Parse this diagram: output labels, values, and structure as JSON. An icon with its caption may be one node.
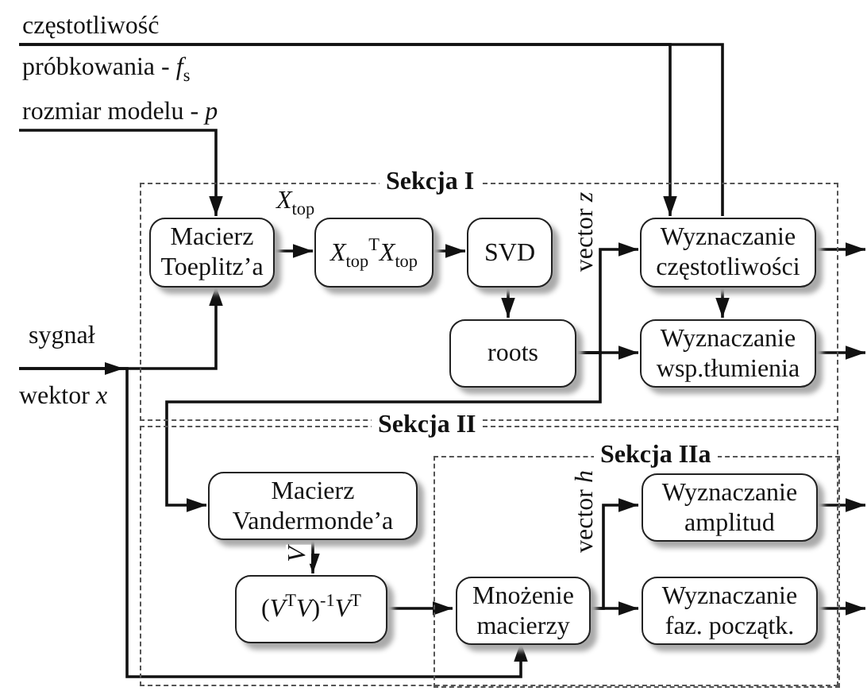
{
  "diagram": {
    "nodes": [
      {
        "text": [
          "częstotliwość",
          "próbkowania - *f*$_{s}$"
        ]
      },
      {
        "text": [
          "rozmiar modelu - *p*"
        ]
      },
      {
        "text": [
          "sygnał",
          "wektor *x*"
        ]
      },
      {
        "text": [
          "Sekcja I"
        ]
      },
      {
        "text": [
          "Macierz Toeplitz’a"
        ],
        "in": 3
      },
      {
        "text": [
          "*X*$_{top}$$^{T}$*X*$_{top}$"
        ],
        "in": 3
      },
      {
        "text": [
          "SVD"
        ],
        "in": 3
      },
      {
        "text": [
          "roots"
        ],
        "in": 3
      },
      {
        "text": [
          "Wyznaczanie częstotliwości"
        ],
        "in": 3
      },
      {
        "text": [
          "Wyznaczanie wsp.tłumienia"
        ],
        "in": 3
      },
      {
        "text": [
          "Sekcja II"
        ]
      },
      {
        "text": [
          "Macierz Vandermonde’a"
        ],
        "in": 10
      },
      {
        "text": [
          "(*V*$^{T}$*V*)$^{-1}$*V*$^{T}$"
        ],
        "in": 10
      },
      {
        "text": [
          "Sekcja IIa"
        ],
        "in": 10
      },
      {
        "text": [
          "Mnożenie macierzy"
        ],
        "in": 13
      },
      {
        "text": [
          "Wyznaczanie amplitud"
        ],
        "in": 13
      },
      {
        "text": [
          "Wyznaczanie faz. początk."
        ],
        "in": 13
      }
    ],
    "edges": [
      {
        "from": 0,
        "to": 8,
        "arrow": "to"
      },
      {
        "from": 0,
        "to": 8,
        "arrow": "none"
      },
      {
        "from": 1,
        "to": 4,
        "arrow": "to"
      },
      {
        "from": 2,
        "to": 4,
        "arrow": "to"
      },
      {
        "from": 2,
        "to": 14,
        "arrow": "to"
      },
      {
        "from": 4,
        "to": 5,
        "arrow": "to",
        "label": "*X*$_{top}$"
      },
      {
        "from": 5,
        "to": 6,
        "arrow": "to"
      },
      {
        "from": 6,
        "to": 7,
        "arrow": "to"
      },
      {
        "from": 7,
        "to": 8,
        "arrow": "to",
        "label": "vector *z*"
      },
      {
        "from": 7,
        "to": 9,
        "arrow": "to"
      },
      {
        "from": 7,
        "to": 11,
        "arrow": "to"
      },
      {
        "from": 8,
        "to": 9,
        "arrow": "to"
      },
      {
        "from": 8,
        "to": null,
        "arrow": "to"
      },
      {
        "from": 9,
        "to": null,
        "arrow": "to"
      },
      {
        "from": 11,
        "to": 12,
        "arrow": "to",
        "label": "*V*"
      },
      {
        "from": 12,
        "to": 14,
        "arrow": "to"
      },
      {
        "from": 14,
        "to": 15,
        "arrow": "to",
        "label": "vector *h*"
      },
      {
        "from": 14,
        "to": 16,
        "arrow": "to"
      },
      {
        "from": 15,
        "to": null,
        "arrow": "to"
      },
      {
        "from": 16,
        "to": null,
        "arrow": "to"
      }
    ]
  }
}
